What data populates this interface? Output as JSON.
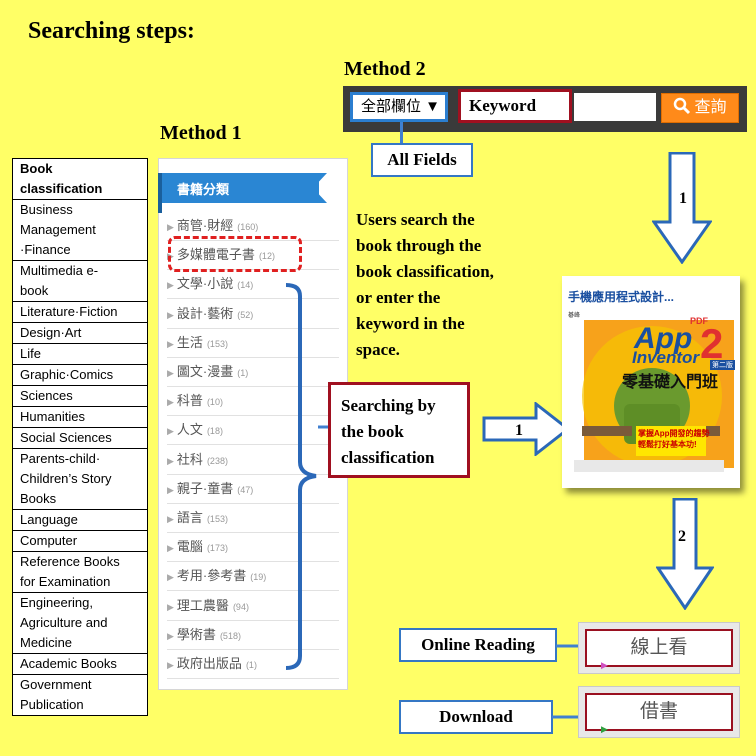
{
  "heading": "Searching steps:",
  "method1": {
    "title": "Method 1",
    "header": "書籍分類",
    "categories": [
      {
        "name": "商管·財經",
        "count": "(160)"
      },
      {
        "name": "多媒體電子書",
        "count": "(12)"
      },
      {
        "name": "文學·小說",
        "count": "(14)"
      },
      {
        "name": "設計·藝術",
        "count": "(52)"
      },
      {
        "name": "生活",
        "count": "(153)"
      },
      {
        "name": "圖文·漫畫",
        "count": "(1)"
      },
      {
        "name": "科普",
        "count": "(10)"
      },
      {
        "name": "人文",
        "count": "(18)"
      },
      {
        "name": "社科",
        "count": "(238)"
      },
      {
        "name": "親子·童書",
        "count": "(47)"
      },
      {
        "name": "語言",
        "count": "(153)"
      },
      {
        "name": "電腦",
        "count": "(173)"
      },
      {
        "name": "考用·參考書",
        "count": "(19)"
      },
      {
        "name": "理工農醫",
        "count": "(94)"
      },
      {
        "name": "學術書",
        "count": "(518)"
      },
      {
        "name": "政府出版品",
        "count": "(1)"
      }
    ]
  },
  "classification_table": {
    "header": [
      "Book",
      "classification"
    ],
    "rows": [
      [
        "Business",
        "Management",
        "·Finance"
      ],
      [
        "Multimedia e-",
        "book"
      ],
      [
        "Literature·Fiction"
      ],
      [
        "Design·Art"
      ],
      [
        "Life"
      ],
      [
        "Graphic·Comics"
      ],
      [
        "Sciences"
      ],
      [
        "Humanities"
      ],
      [
        "Social Sciences"
      ],
      [
        "Parents-child·",
        "Children’s Story",
        "Books"
      ],
      [
        "Language"
      ],
      [
        "Computer"
      ],
      [
        "Reference Books",
        "for Examination"
      ],
      [
        "Engineering,",
        "Agriculture and",
        "Medicine"
      ],
      [
        "Academic Books"
      ],
      [
        "Government",
        "Publication"
      ]
    ]
  },
  "method2": {
    "title": "Method 2",
    "select_value": "全部欄位 ▼",
    "keyword_label": "Keyword",
    "search_button": "查詢",
    "all_fields_label": "All Fields"
  },
  "description": [
    "Users search the",
    "book through the",
    "book classification,",
    "or enter the",
    "keyword in the",
    "space."
  ],
  "searching_box": [
    "Searching by",
    "the book",
    "classification"
  ],
  "steps": {
    "arrow_top": "1",
    "arrow_middle": "1",
    "arrow_bottom": "2"
  },
  "book": {
    "top_text": "手機應用程式設計...",
    "title_line1": "App",
    "title_line2": "Inventor",
    "number": "2",
    "subtitle": "零基礎入門班",
    "edition": "第二版",
    "pdf": "PDF",
    "publisher": "碁峰",
    "tagline1": "掌握App開發的趨勢",
    "tagline2": "輕鬆打好基本功!"
  },
  "actions": {
    "online_reading_label": "Online  Reading",
    "online_reading_button": "線上看",
    "download_label": "Download",
    "download_button": "借書"
  },
  "colors": {
    "background": "#ffff66",
    "accent_blue": "#2a86d3",
    "outline_red": "#a01020",
    "search_orange": "#ff8a1a"
  }
}
